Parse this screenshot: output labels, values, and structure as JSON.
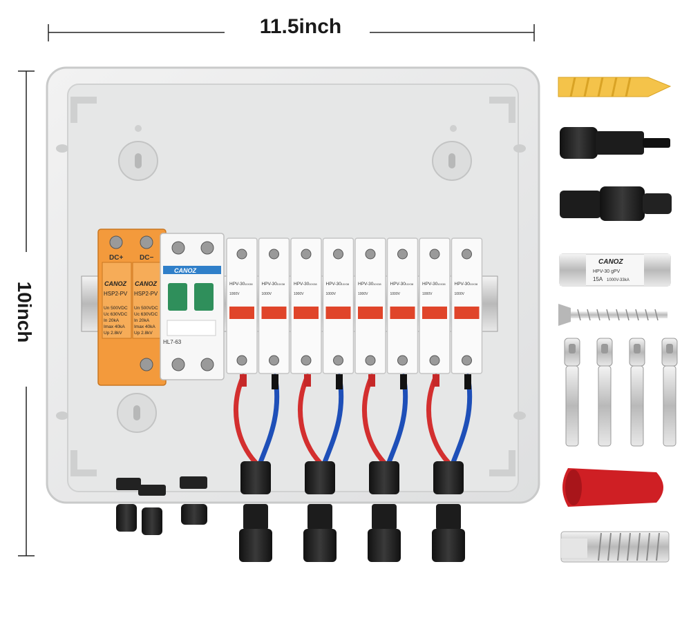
{
  "dimensions": {
    "width_label": "11.5inch",
    "height_label": "10inch"
  },
  "spd": {
    "terminal_plus": "DC+",
    "terminal_minus": "DC−",
    "brand": "CANOZ",
    "model": "HSP2-PV",
    "subtitle": "Surge Protective Device",
    "specs": [
      "Un  500VDC",
      "Uc  630VDC",
      "In    20kA",
      "Imax 40kA",
      "Up   2.8kV"
    ]
  },
  "breaker": {
    "brand": "CANOZ",
    "model": "HL7-63"
  },
  "fuse_holders": {
    "model": "HPV-30",
    "size": "10X38",
    "rating": "1000V",
    "count": 8
  },
  "fuse": {
    "brand": "CANOZ",
    "model": "HPV-30  gPV",
    "rating": "15A",
    "capacity": "1000V-33kA"
  },
  "colors": {
    "enclosure": "#e9eaea",
    "spd_orange": "#f39a3c",
    "wire_red": "#d32f2f",
    "wire_blue": "#1e4fb8",
    "accent_blue": "#2f7fc9",
    "fuse_window": "#e0452a"
  }
}
